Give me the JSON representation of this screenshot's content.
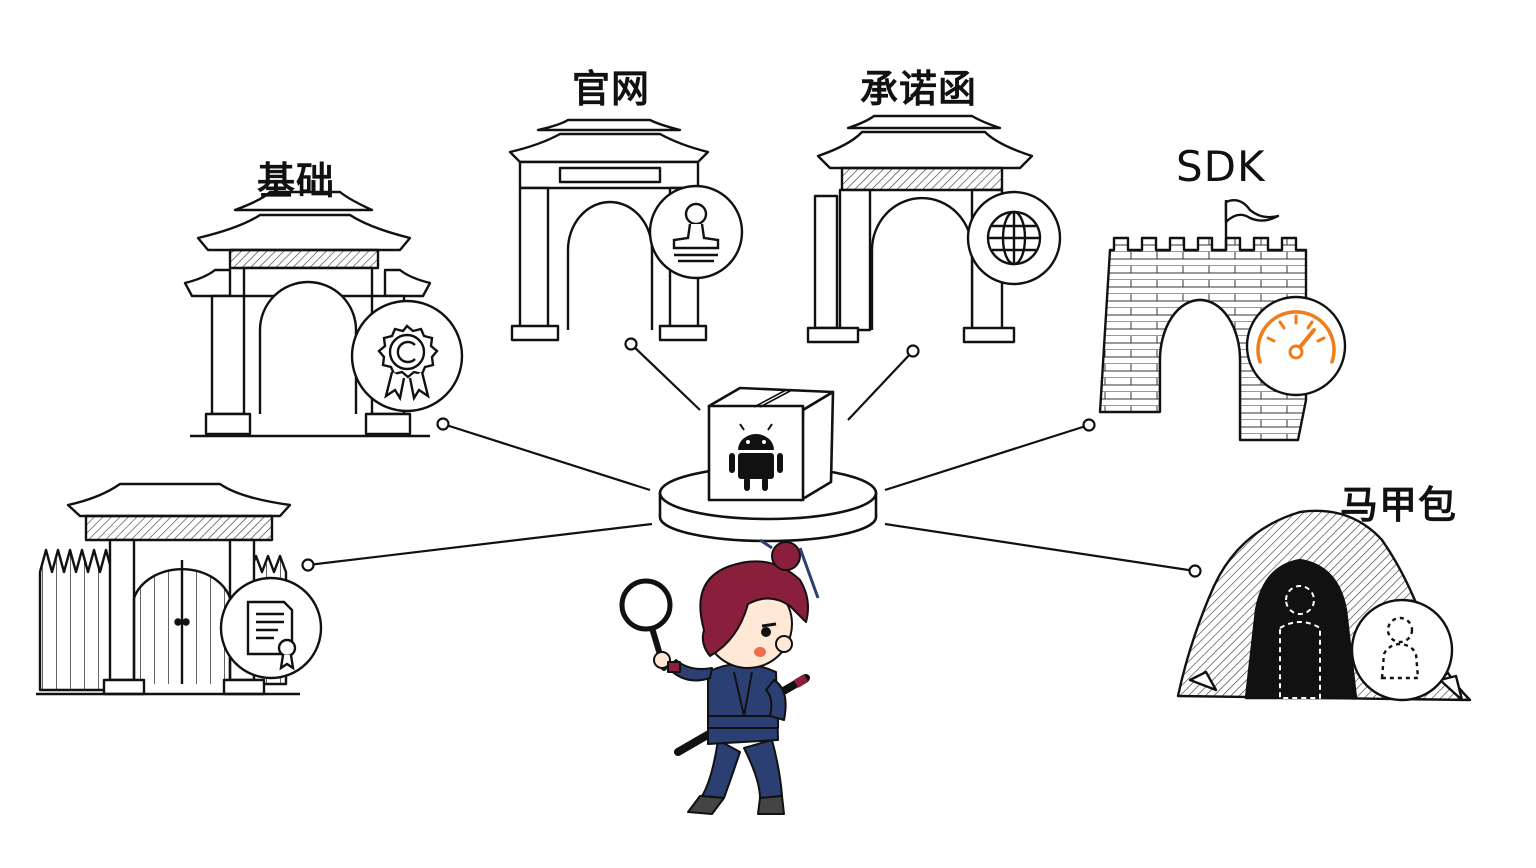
{
  "labels": {
    "basic": "基础",
    "website": "官网",
    "letter": "承诺函",
    "sdk": "SDK",
    "vest": "马甲包"
  },
  "colors": {
    "ink": "#111111",
    "accent_orange": "#f07d1a",
    "hair": "#8a1f3c",
    "outfit": "#2b3f73",
    "cheek": "#f26b4f"
  },
  "icons": {
    "center": "android-box-icon",
    "basic": "copyright-badge-icon",
    "website": "stamp-icon",
    "letter": "globe-icon",
    "sdk": "speedometer-icon",
    "vest": "dashed-person-icon",
    "gate": "certificate-icon"
  }
}
